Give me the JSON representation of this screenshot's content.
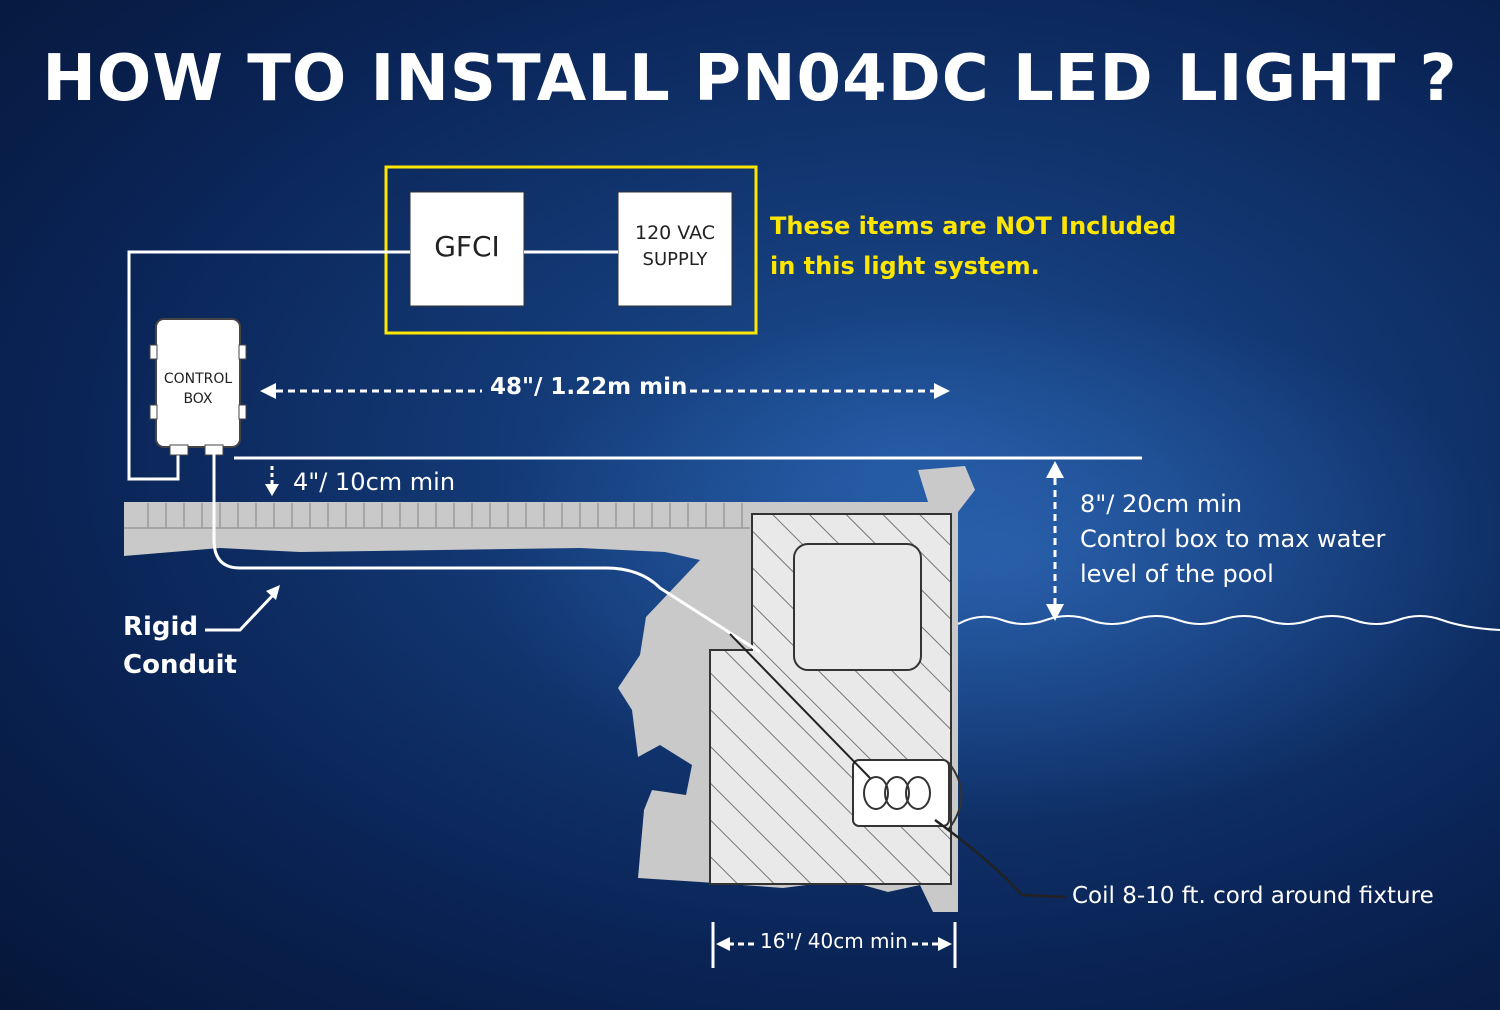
{
  "title": "HOW TO INSTALL PN04DC LED LIGHT ?",
  "not_included": {
    "line1": "These items are NOT Included",
    "line2": "in this light system."
  },
  "components": {
    "gfci": "GFCI",
    "supply_line1": "120 VAC",
    "supply_line2": "SUPPLY",
    "control_box_line1": "CONTROL",
    "control_box_line2": "BOX"
  },
  "dimensions": {
    "horizontal": "48\"/ 1.22m min",
    "deck": "4\"/ 10cm min",
    "height_line1": "8\"/ 20cm min",
    "height_line2": "Control box to max water",
    "height_line3": "level of the pool",
    "niche_width": "16\"/ 40cm min"
  },
  "labels": {
    "conduit_line1": "Rigid",
    "conduit_line2": "Conduit",
    "coil": "Coil 8-10 ft. cord around fixture"
  },
  "colors": {
    "background": "#0f3170",
    "highlight": "#ffe600",
    "concrete": "#c9c9c9",
    "line": "#ffffff"
  }
}
